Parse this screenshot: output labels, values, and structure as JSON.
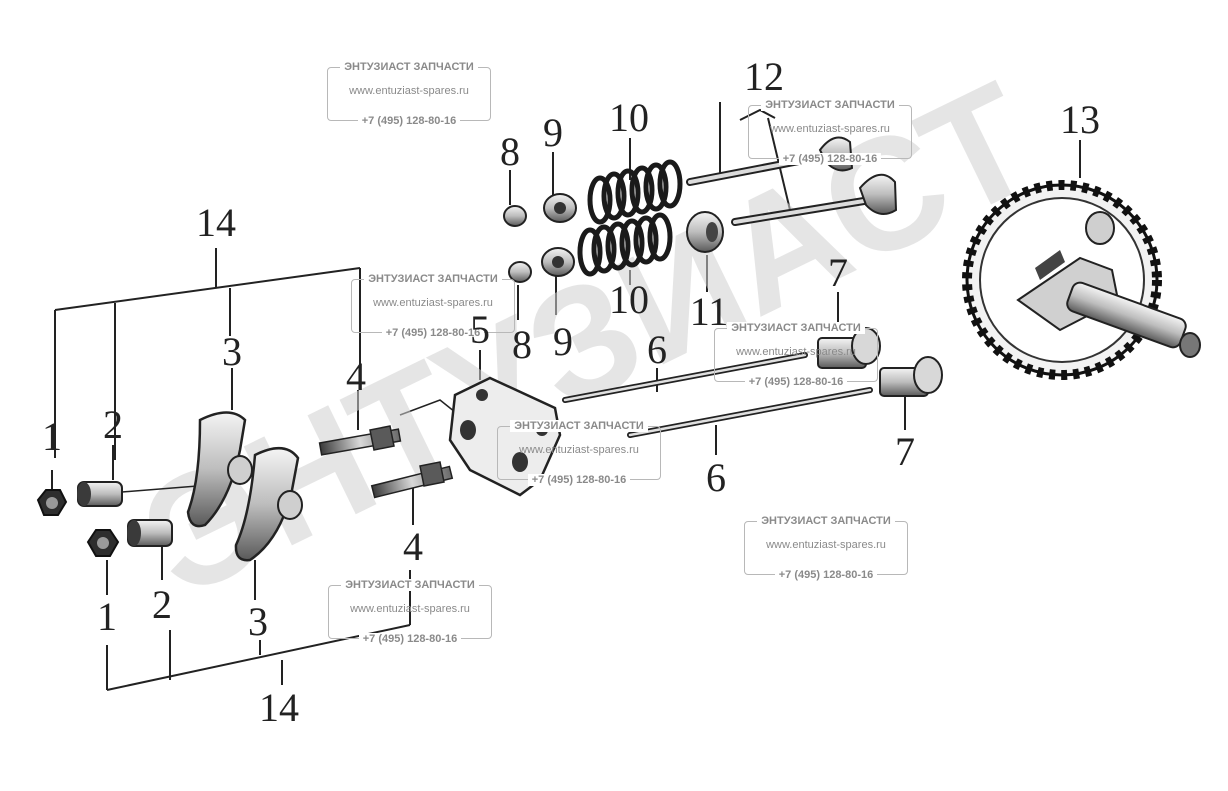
{
  "watermark": {
    "brand": "ЭНТУЗИАСТ",
    "title": "ЭНТУЗИАСТ ЗАПЧАСТИ",
    "url": "www.entuziast-spares.ru",
    "phone": "+7 (495) 128-80-16"
  },
  "callouts": {
    "c1a": "1",
    "c1b": "1",
    "c2a": "2",
    "c2b": "2",
    "c3a": "3",
    "c3b": "3",
    "c4a": "4",
    "c4b": "4",
    "c5": "5",
    "c6a": "6",
    "c6b": "6",
    "c7a": "7",
    "c7b": "7",
    "c8a": "8",
    "c8b": "8",
    "c9a": "9",
    "c9b": "9",
    "c10a": "10",
    "c10b": "10",
    "c11": "11",
    "c12": "12",
    "c13": "13",
    "c14a": "14",
    "c14b": "14"
  }
}
